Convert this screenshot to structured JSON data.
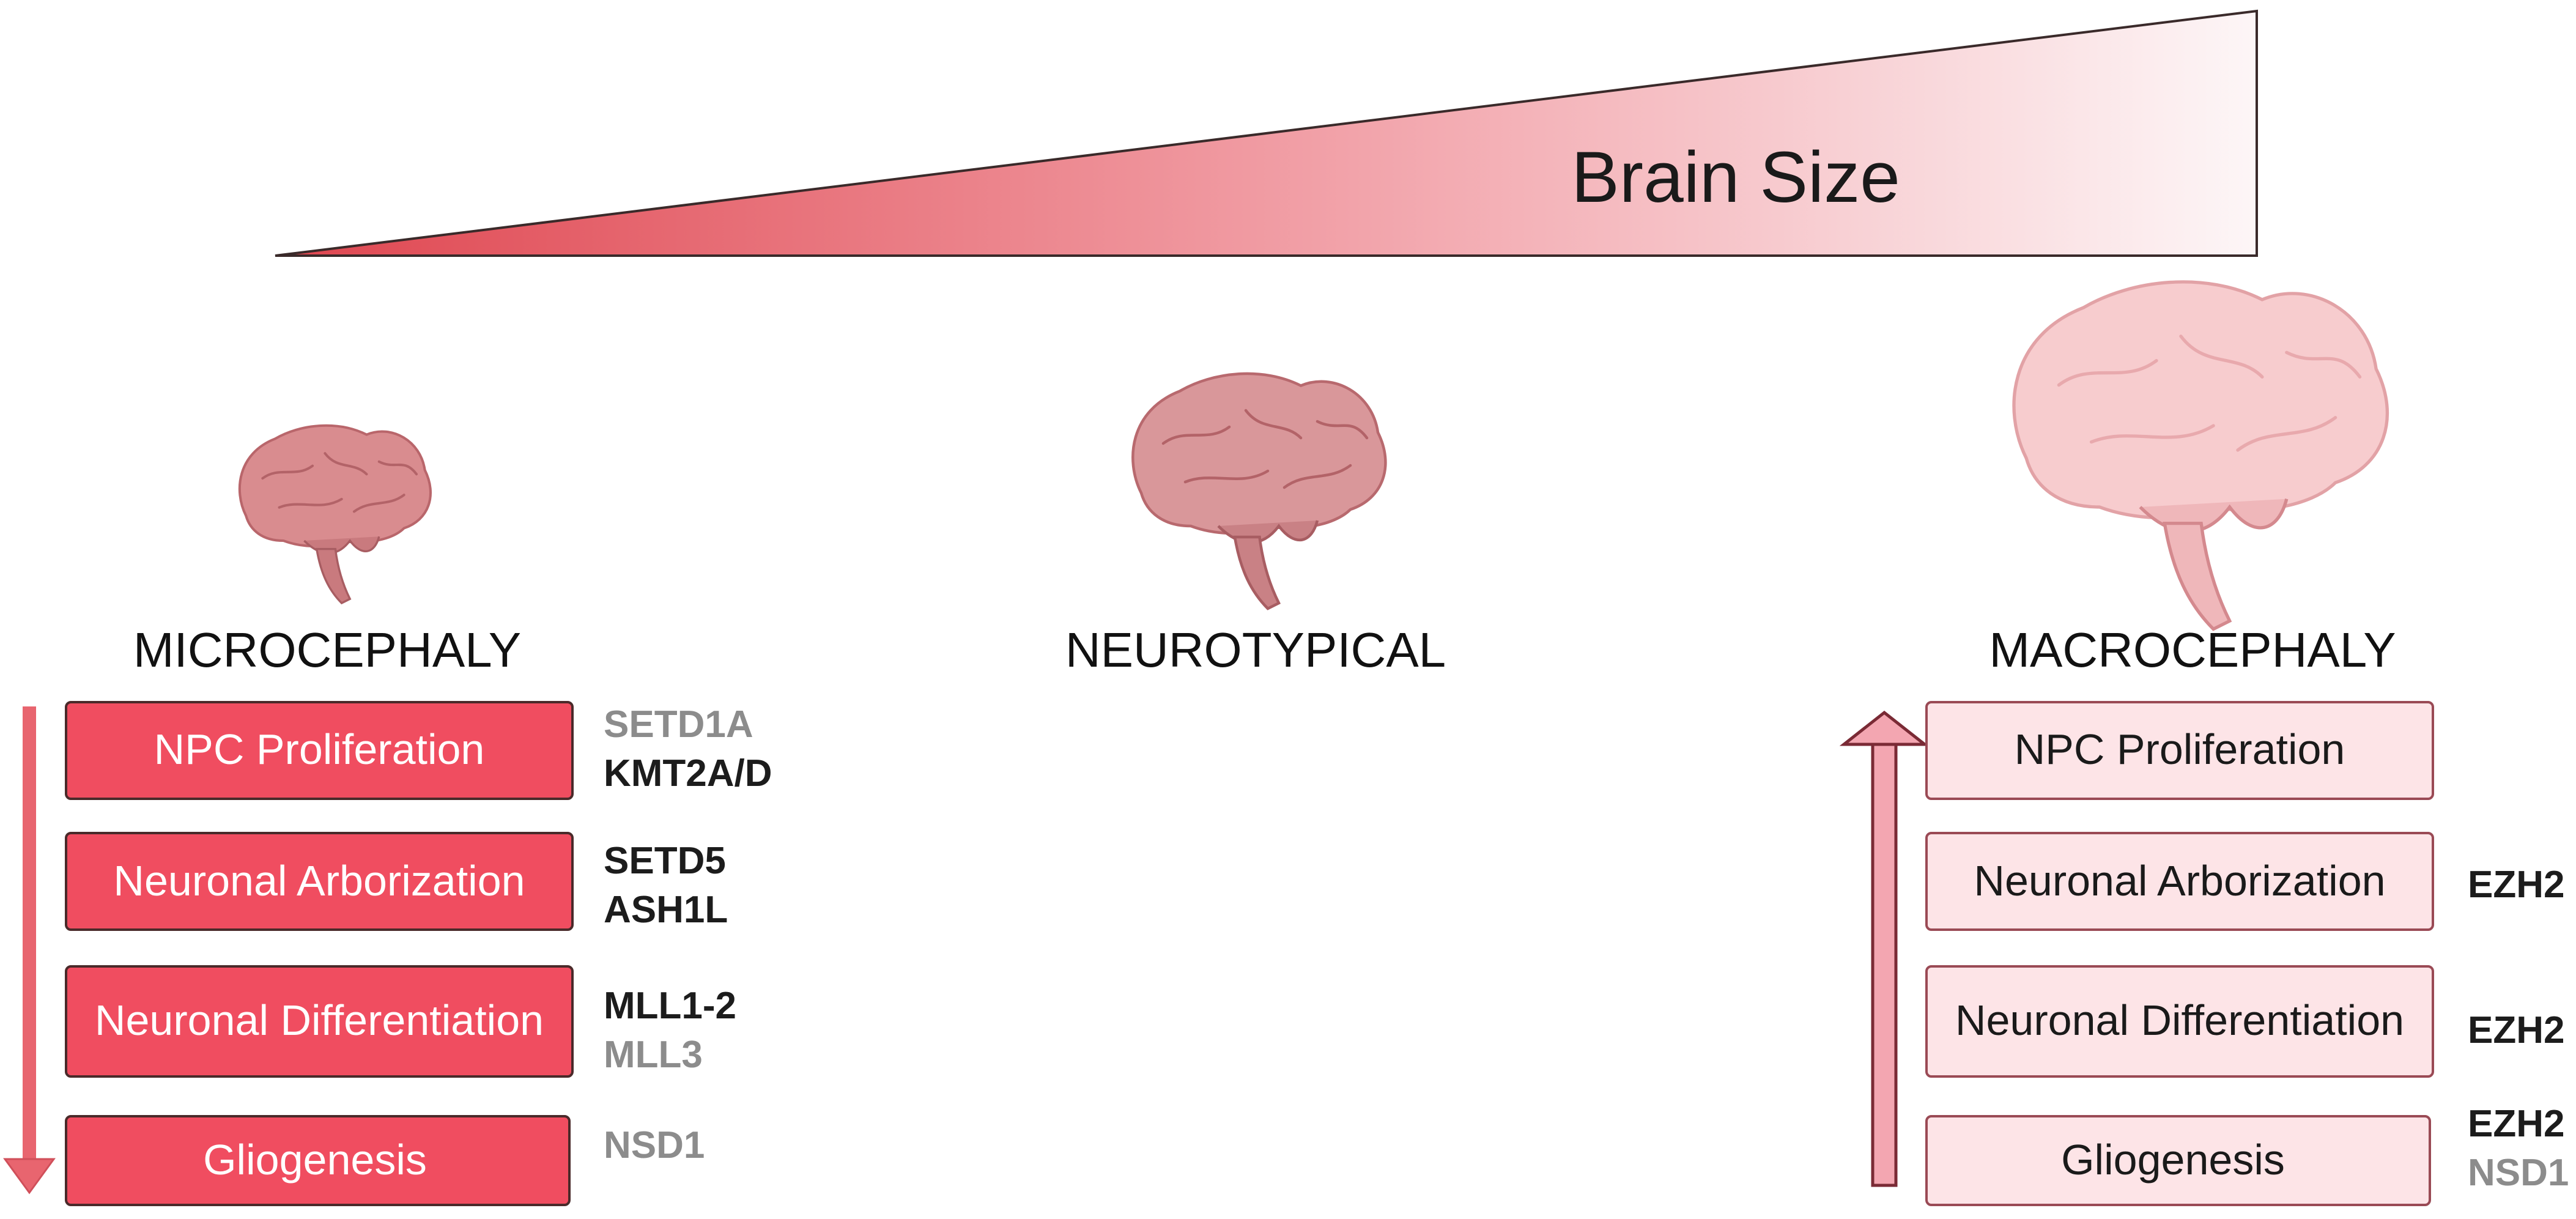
{
  "header": {
    "brain_size_label": "Brain Size"
  },
  "columns": {
    "micro": {
      "label": "MICROCEPHALY"
    },
    "neuro": {
      "label": "NEUROTYPICAL"
    },
    "macro": {
      "label": "MACROCEPHALY"
    }
  },
  "micro_boxes": [
    {
      "label": "NPC Proliferation",
      "genes": [
        {
          "text": "SETD1A",
          "tone": "gray"
        },
        {
          "text": "KMT2A/D",
          "tone": "black"
        }
      ]
    },
    {
      "label": "Neuronal Arborization",
      "genes": [
        {
          "text": "SETD5",
          "tone": "black"
        },
        {
          "text": "ASH1L",
          "tone": "black"
        }
      ]
    },
    {
      "label": "Neuronal Differentiation",
      "genes": [
        {
          "text": "MLL1-2",
          "tone": "black"
        },
        {
          "text": "MLL3",
          "tone": "gray"
        }
      ]
    },
    {
      "label": "Gliogenesis",
      "genes": [
        {
          "text": "NSD1",
          "tone": "gray"
        }
      ]
    }
  ],
  "macro_boxes": [
    {
      "label": "NPC Proliferation",
      "genes": []
    },
    {
      "label": "Neuronal Arborization",
      "genes": [
        {
          "text": "EZH2",
          "tone": "black"
        }
      ]
    },
    {
      "label": "Neuronal Differentiation",
      "genes": [
        {
          "text": "EZH2",
          "tone": "black"
        }
      ]
    },
    {
      "label": "Gliogenesis",
      "genes": [
        {
          "text": "EZH2",
          "tone": "black"
        },
        {
          "text": "NSD1",
          "tone": "gray"
        }
      ]
    }
  ],
  "colors": {
    "micro_fill": "#f04d60",
    "micro_stroke": "#4a2a2a",
    "macro_fill": "#fde4e7",
    "macro_stroke": "#9a4a55",
    "gene_black": "#1c1c1c",
    "gene_gray": "#8c8c8c",
    "wedge_dark": "#df4650",
    "wedge_light": "#fdf4f5",
    "arrow_down": "#e8656f",
    "arrow_up": "#f3a6b1",
    "brain_micro": "#d98c8f",
    "brain_neuro": "#d9979a",
    "brain_macro": "#f7ccce"
  }
}
